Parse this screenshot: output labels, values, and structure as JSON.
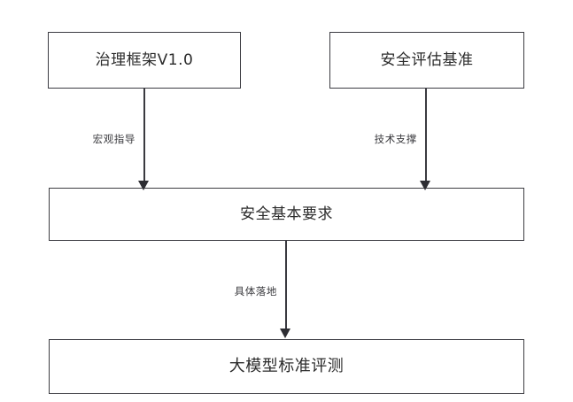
{
  "diagram": {
    "type": "flowchart",
    "background_color": "#ffffff",
    "border_color": "#3c3c42",
    "text_color": "#2b2b2b",
    "nodes": [
      {
        "id": "governance-framework",
        "label": "治理框架V1.0"
      },
      {
        "id": "security-assessment-baseline",
        "label": "安全评估基准"
      },
      {
        "id": "security-basic-requirements",
        "label": "安全基本要求"
      },
      {
        "id": "large-model-standard-evaluation",
        "label": "大模型标准评测"
      }
    ],
    "edges": [
      {
        "id": "governance-to-requirements",
        "label": "宏观指导",
        "from": "governance-framework",
        "to": "security-basic-requirements"
      },
      {
        "id": "baseline-to-requirements",
        "label": "技术支撑",
        "from": "security-assessment-baseline",
        "to": "security-basic-requirements"
      },
      {
        "id": "requirements-to-evaluation",
        "label": "具体落地",
        "from": "security-basic-requirements",
        "to": "large-model-standard-evaluation"
      }
    ]
  }
}
